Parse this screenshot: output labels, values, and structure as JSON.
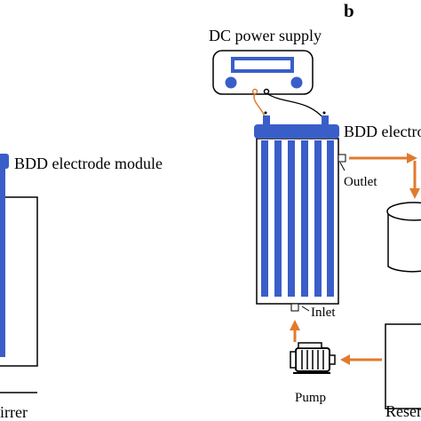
{
  "panel_b": {
    "label": "b"
  },
  "panel_a": {
    "bdd_module_label": "BDD electrode module",
    "stirrer_label": "irrer"
  },
  "labels": {
    "dc_power_supply": "DC power supply",
    "bdd_electrode": "BDD electrode",
    "outlet": "Outlet",
    "inlet": "Inlet",
    "pump": "Pump",
    "reservoir": "Reser"
  },
  "colors": {
    "electrode_blue": "#3a5ec8",
    "flow_arrow_orange": "#e07b2e",
    "outline": "#000000"
  },
  "icons": [
    "pump-icon",
    "power-supply-icon",
    "reservoir-cylinder-icon"
  ]
}
